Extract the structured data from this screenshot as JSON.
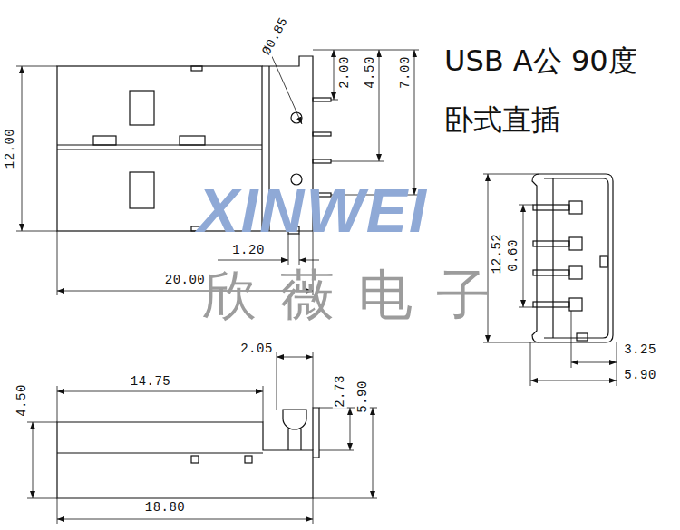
{
  "diagram": {
    "title": "USB A公 90度 卧式直插",
    "labels": [
      "Ø0.85",
      "2.00",
      "4.50",
      "7.00",
      "12.00",
      "1.20",
      "20.00",
      "12.52",
      "0.60",
      "3.25",
      "5.90",
      "2.05",
      "2.73",
      "5.90",
      "4.50",
      "14.75",
      "18.80",
      "XINWEI",
      "欣薇电子"
    ]
  }
}
